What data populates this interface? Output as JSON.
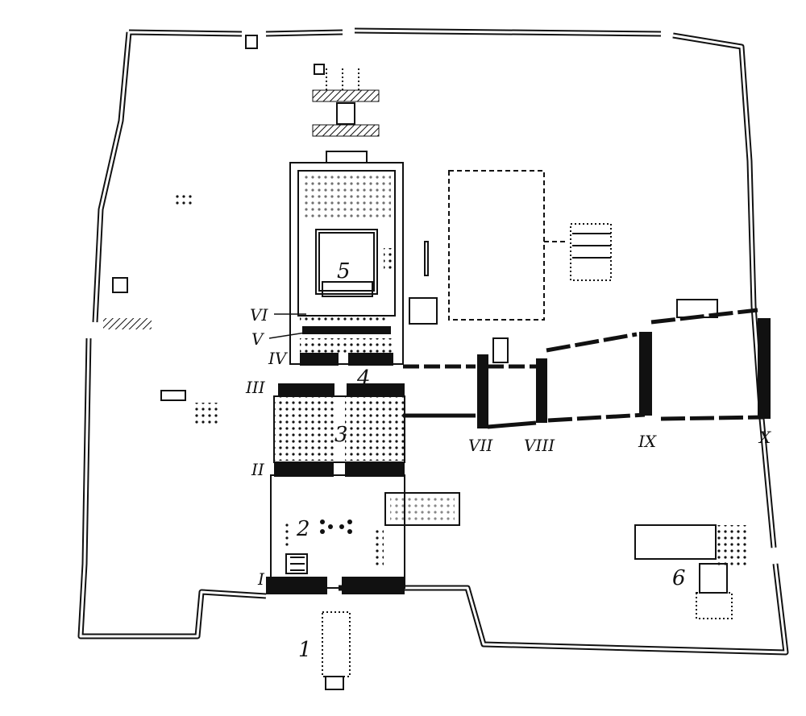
{
  "labels": {
    "n1": "1",
    "n2": "2",
    "n3": "3",
    "n4": "4",
    "n5": "5",
    "n6": "6",
    "pylon_I": "I",
    "pylon_II": "II",
    "pylon_III": "III",
    "pylon_IV": "IV",
    "pylon_V": "V",
    "pylon_VI": "VI",
    "pylon_VII": "VII",
    "pylon_VIII": "VIII",
    "pylon_IX": "IX",
    "pylon_X": "X"
  }
}
